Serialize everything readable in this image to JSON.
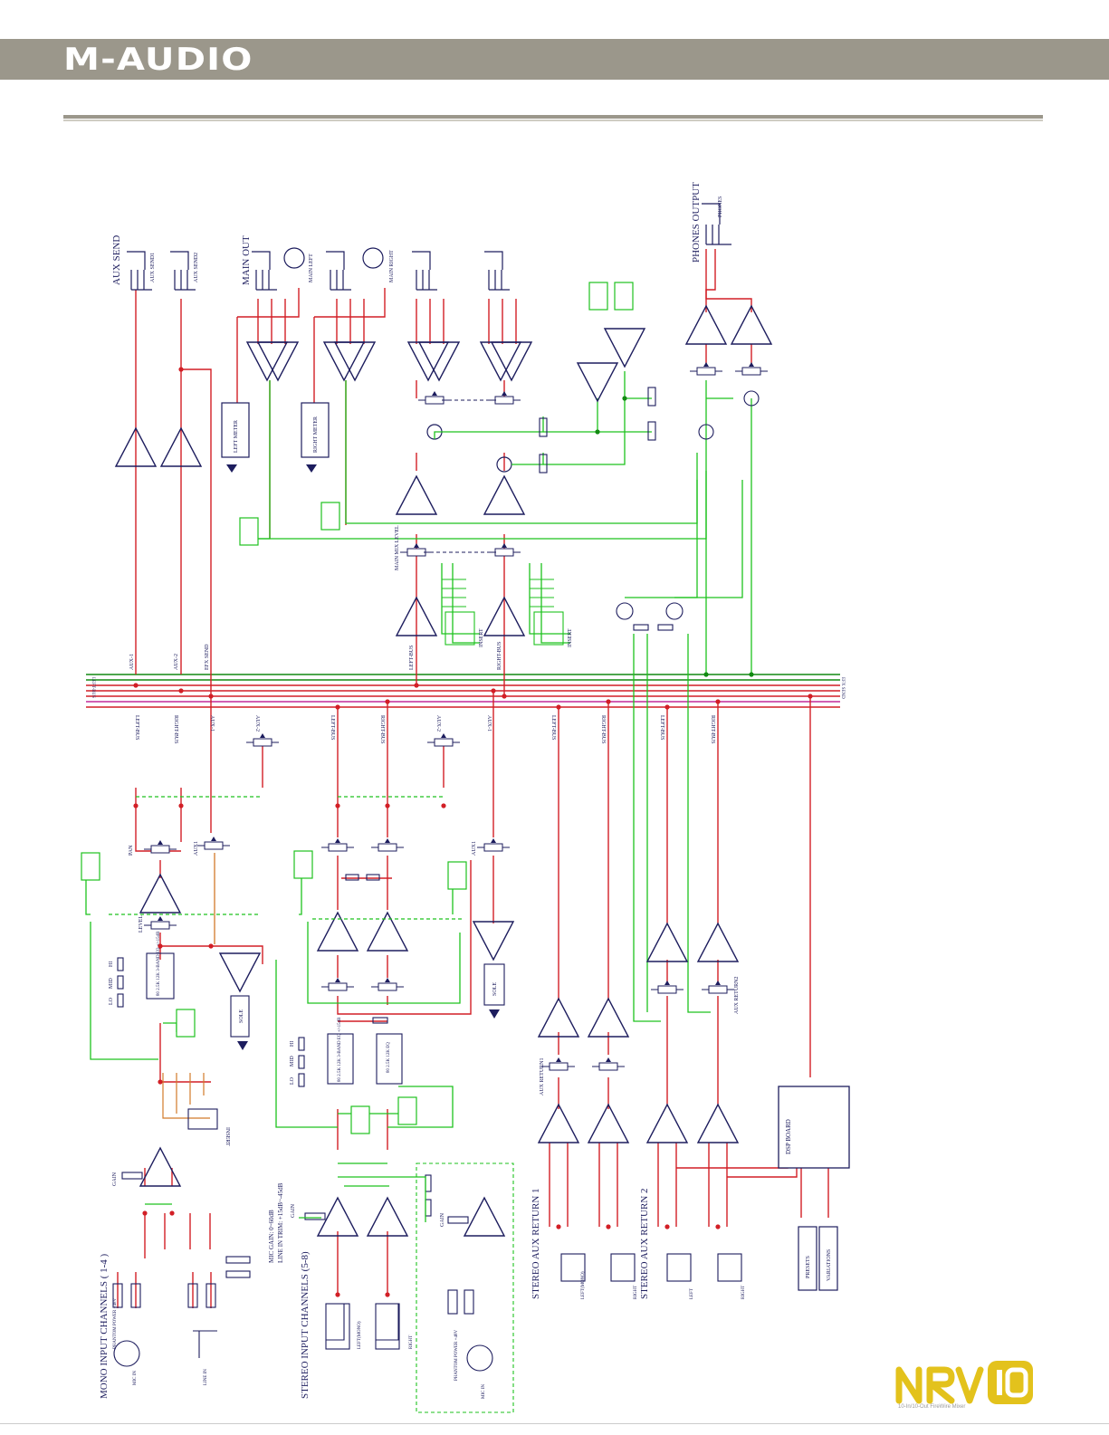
{
  "header": {
    "brand": "M-AUDIO"
  },
  "footer": {
    "logo_text": "NRV 10",
    "tagline": "10-In/10-Out FireWire Mixer"
  },
  "colors": {
    "bus_red": "#d21f26",
    "signal_green": "#1ec21e",
    "component_blue": "#1d1d5e",
    "bus_darkgreen": "#128a12",
    "header_grey": "#9b978b",
    "logo_yellow": "#e3c21c"
  },
  "schematic": {
    "sections": {
      "aux_send": "AUX SEND",
      "main_out": "MAIN OUT",
      "phones_output": "PHONES OUTPUT",
      "mono_channels": "MONO INPUT CHANNELS ( 1-4 )",
      "stereo_channels": "STEREO INPUT CHANNELS (5-8)",
      "stereo_aux_return_1": "STEREO AUX RETURN 1",
      "stereo_aux_return_2": "STEREO AUX RETURN 2"
    },
    "jacks": {
      "aux_send1": "AUX SEND1",
      "aux_send2": "AUX SEND2",
      "main_left": "MAIN LEFT",
      "main_right": "MAIN RIGHT",
      "phones": "PHONES"
    },
    "meters": {
      "left": "LEFT METER",
      "right": "RIGHT METER"
    },
    "labels": {
      "main_mix_level": "MAIN MIX LEVEL",
      "insert": "INSERT",
      "left_bus": "LEFT-BUS",
      "right_bus": "RIGHT-BUS",
      "aux1": "AUX-1",
      "aux2": "AUX-2",
      "efx_send": "EFX SEND",
      "pan": "PAN",
      "level": "LEVEL",
      "aux_knob": "AUX1",
      "sole": "SOLE",
      "gain": "GAIN",
      "phantom_power": "PHANTOM POWER +48V",
      "mic_in": "MIC IN",
      "line_in": "LINE IN",
      "mic_gain_note": "MIC GAIN: 0~60dB",
      "line_trim_note": "LINE IN TRIM: +15dB~-45dB",
      "left_mono": "LEFT(MONO)",
      "right": "RIGHT",
      "left": "LEFT",
      "aux_return1": "AUX RETURN1",
      "aux_return2": "AUX RETURN2",
      "dsp_board": "DSP BOARD",
      "presets": "PRESETS",
      "variations": "VARIATIONS",
      "eq3_mono": "80  2.5K  12K  3-BAND EQ  +/-15dB",
      "eq3_stereo": "80  2.5K  12K  3-BAND EQ  +/-15dB",
      "eq_stereo_b": "80  2.5K  12K  EQ",
      "hi": "HI",
      "mid": "MID",
      "lo": "LO"
    },
    "bus_lines": [
      "EFX SEND",
      "AUX 2",
      "AUX 1",
      "RIGHT-BUS",
      "LEFT-BUS"
    ]
  }
}
